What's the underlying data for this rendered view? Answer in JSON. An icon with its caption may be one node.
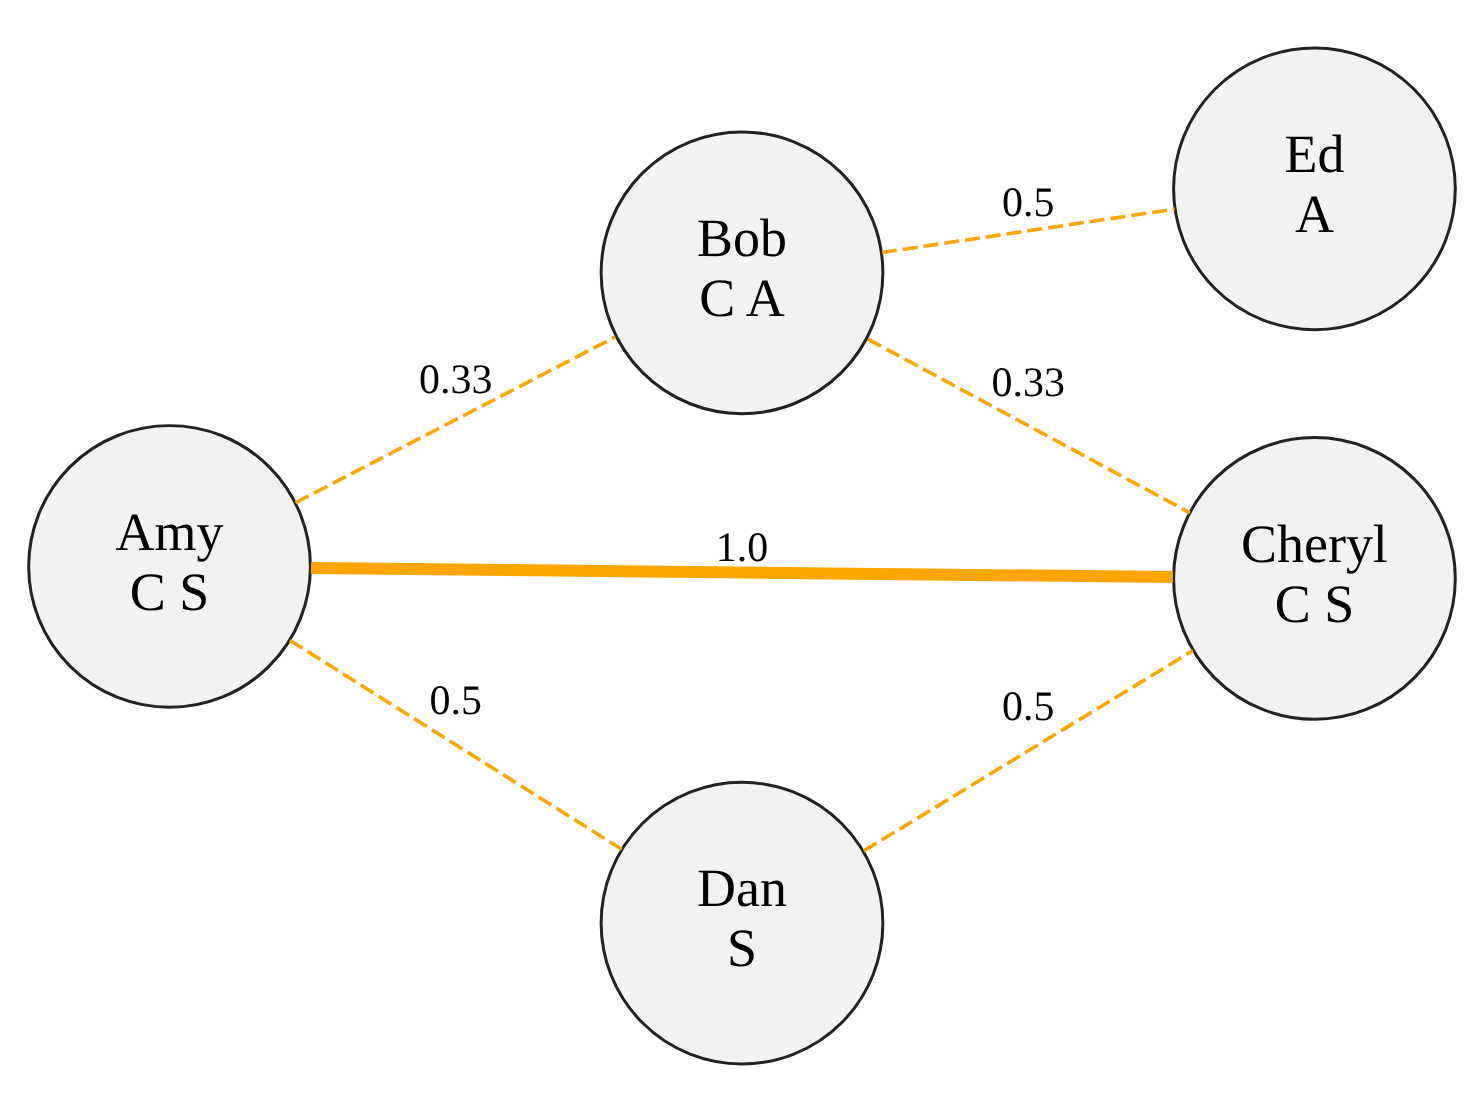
{
  "diagram": {
    "nodes": [
      {
        "text": [
          "Ed",
          "A"
        ]
      },
      {
        "text": [
          "Bob",
          "C A"
        ]
      },
      {
        "text": [
          "Amy",
          "C S"
        ]
      },
      {
        "text": [
          "Cheryl",
          "C S"
        ]
      },
      {
        "text": [
          "Dan",
          "S"
        ]
      }
    ],
    "edges": [
      {
        "from": 2,
        "to": 1,
        "arrow": "none",
        "label": "0.33",
        "style": "dashed"
      },
      {
        "from": 1,
        "to": 0,
        "arrow": "none",
        "label": "0.5",
        "style": "dashed"
      },
      {
        "from": 1,
        "to": 3,
        "arrow": "none",
        "label": "0.33",
        "style": "dashed"
      },
      {
        "from": 2,
        "to": 3,
        "arrow": "none",
        "label": "1.0",
        "style": "thick"
      },
      {
        "from": 2,
        "to": 4,
        "arrow": "none",
        "label": "0.5",
        "style": "dashed"
      },
      {
        "from": 4,
        "to": 3,
        "arrow": "none",
        "label": "0.5",
        "style": "dashed"
      }
    ]
  }
}
